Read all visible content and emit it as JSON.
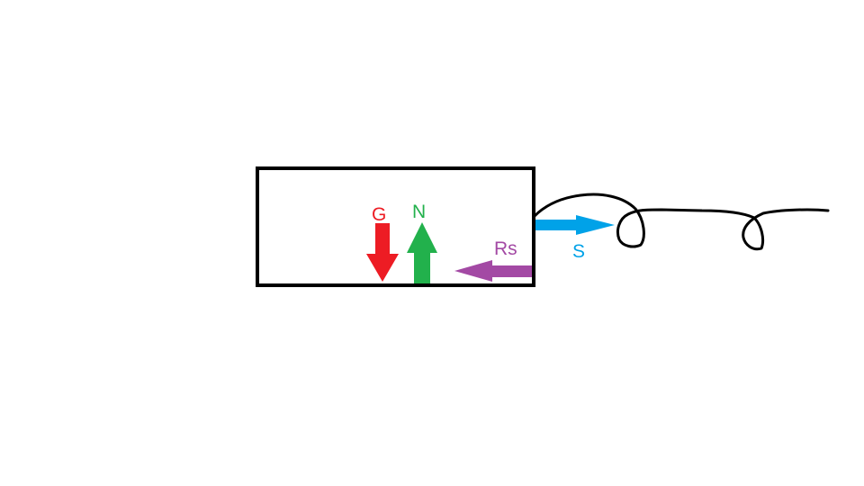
{
  "forces": {
    "gravity": {
      "label": "G",
      "color": "#ed1c24",
      "direction": "down"
    },
    "normal": {
      "label": "N",
      "color": "#22b14c",
      "direction": "up"
    },
    "static_friction": {
      "label": "Rs",
      "color": "#a349a4",
      "direction": "left"
    },
    "spring": {
      "label": "S",
      "color": "#00a2e8",
      "direction": "right"
    }
  },
  "colors": {
    "block_outline": "#000000",
    "spring": "#000000",
    "background": "#ffffff"
  }
}
